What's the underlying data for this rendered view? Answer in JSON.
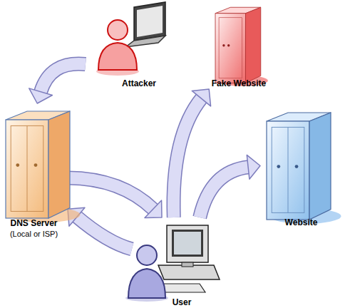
{
  "diagram": {
    "nodes": [
      {
        "text": [
          "Attacker"
        ]
      },
      {
        "text": [
          "Fake Website"
        ]
      },
      {
        "text": [
          "DNS Server",
          "(Local or ISP)"
        ]
      },
      {
        "text": [
          "Website"
        ]
      },
      {
        "text": [
          "User"
        ]
      }
    ],
    "edges": [
      {
        "from": 0,
        "to": 2,
        "arrow": "to"
      },
      {
        "from": 2,
        "to": 4,
        "arrow": "to"
      },
      {
        "from": 4,
        "to": 2,
        "arrow": "to"
      },
      {
        "from": 4,
        "to": 1,
        "arrow": "to"
      },
      {
        "from": 4,
        "to": 3,
        "arrow": "to"
      }
    ]
  }
}
